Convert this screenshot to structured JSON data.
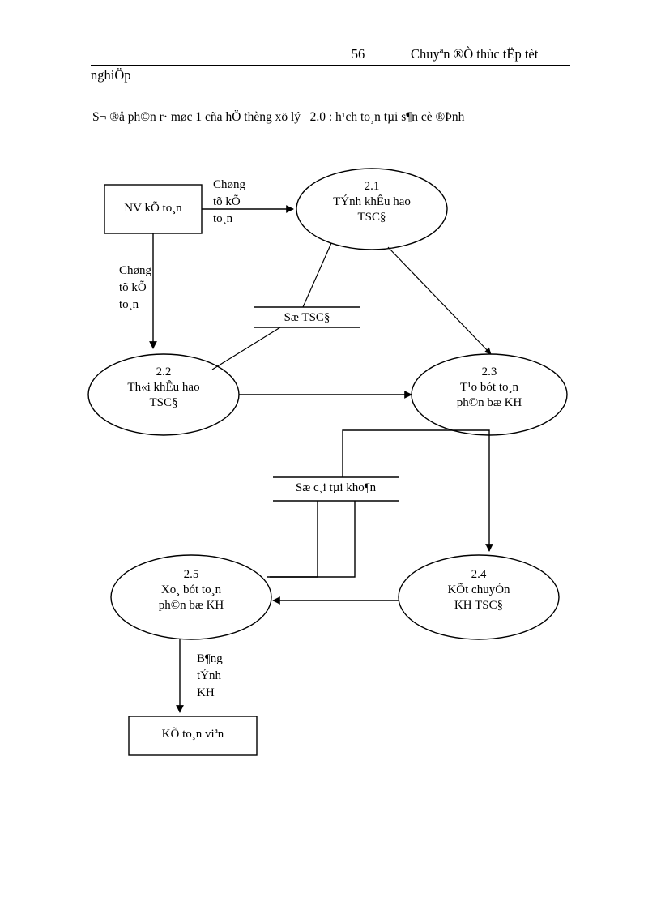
{
  "header": {
    "page_number": "56",
    "title_right": "Chuyªn ®Ò thùc tËp tèt",
    "title_continued": "nghiÖp"
  },
  "caption": "S¬ ®å ph©n r· møc 1 cña hÖ thèng xö lý_ 2.0 : h¹ch to¸n tµi s¶n cè ®Þnh",
  "diagram": {
    "external_entities": [
      {
        "id": "nv-ke-toan",
        "label": "NV kÕ to¸n"
      },
      {
        "id": "ke-toan-vien",
        "label": "KÕ to¸n viªn"
      }
    ],
    "processes": [
      {
        "id": "p21",
        "number": "2.1",
        "line1": "TÝnh khÊu hao",
        "line2": "TSC§"
      },
      {
        "id": "p22",
        "number": "2.2",
        "line1": "Th«i khÊu hao",
        "line2": "TSC§"
      },
      {
        "id": "p23",
        "number": "2.3",
        "line1": "T¹o bót to¸n",
        "line2": "ph©n bæ KH"
      },
      {
        "id": "p24",
        "number": "2.4",
        "line1": "KÕt chuyÓn",
        "line2": "KH TSC§"
      },
      {
        "id": "p25",
        "number": "2.5",
        "line1": "Xo¸ bót to¸n",
        "line2": "ph©n bæ KH"
      }
    ],
    "data_stores": [
      {
        "id": "store-tscd",
        "label": "Sæ TSC§"
      },
      {
        "id": "store-so-cai",
        "label": "Sæ c¸i tµi kho¶n"
      }
    ],
    "flows": [
      {
        "id": "flow-chung-tu-top",
        "lines": [
          "Chøng",
          "tõ kÕ",
          "to¸n"
        ]
      },
      {
        "id": "flow-chung-tu-left",
        "lines": [
          "Chøng",
          "tõ kÕ",
          "to¸n"
        ]
      },
      {
        "id": "flow-bang-tinh-kh",
        "lines": [
          "B¶ng",
          "tÝnh",
          "KH"
        ]
      }
    ]
  },
  "colors": {
    "ink": "#000000",
    "paper": "#ffffff",
    "footer_rule": "#b8b8b8"
  }
}
